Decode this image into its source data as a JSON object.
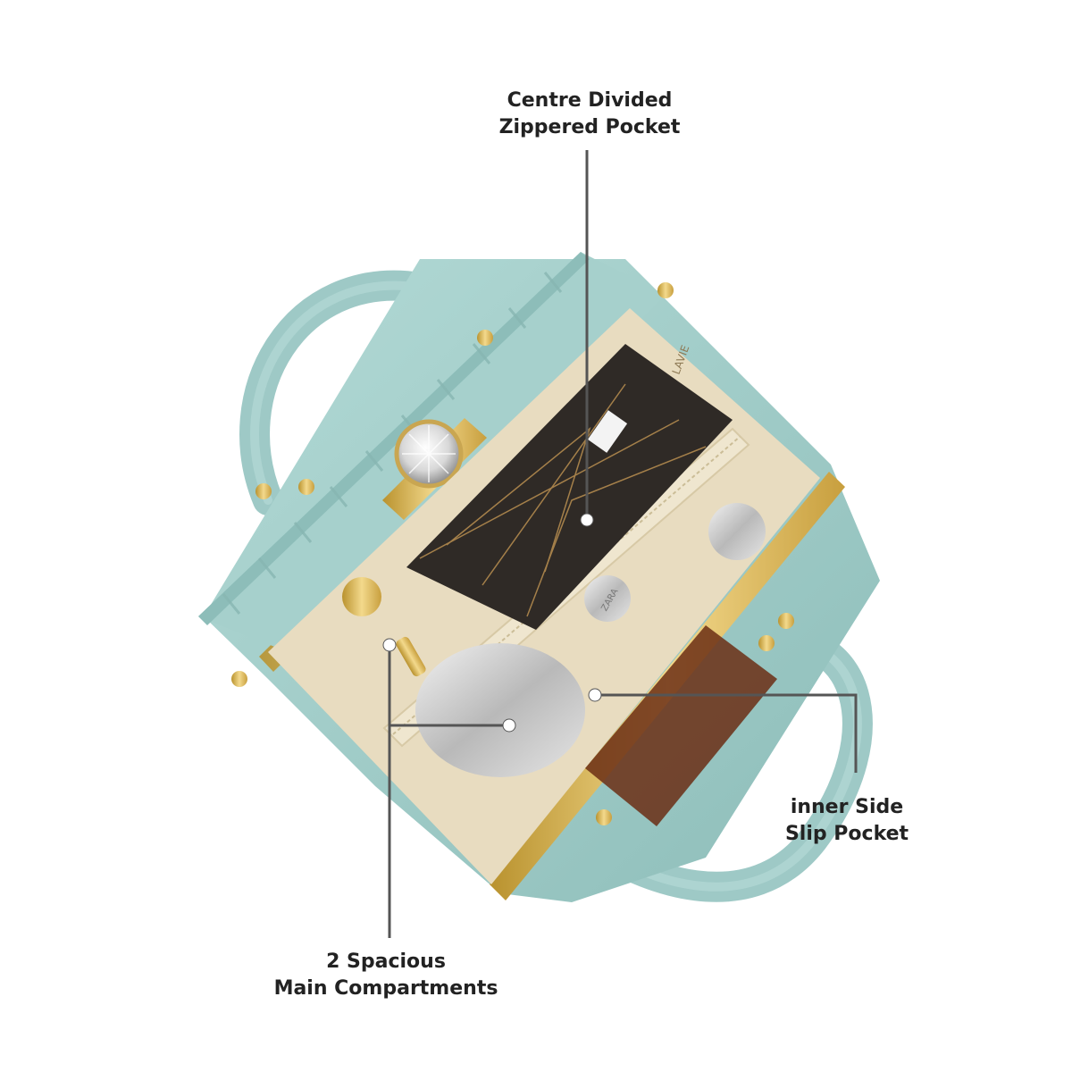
{
  "callouts": {
    "centre_pocket": {
      "line1": "Centre Divided",
      "line2": "Zippered Pocket"
    },
    "side_pocket": {
      "line1": "inner Side",
      "line2": "Slip Pocket"
    },
    "main_compartments": {
      "line1": "2 Spacious",
      "line2": "Main Compartments"
    }
  },
  "product_marks": {
    "brand_lining": "LAVIE",
    "bottle_label": "ZARA"
  },
  "colors": {
    "bag_body": "#9ec9c6",
    "gold_frame": "#d8b45a",
    "lining": "#e8dcc0",
    "pointer": "#555555"
  }
}
